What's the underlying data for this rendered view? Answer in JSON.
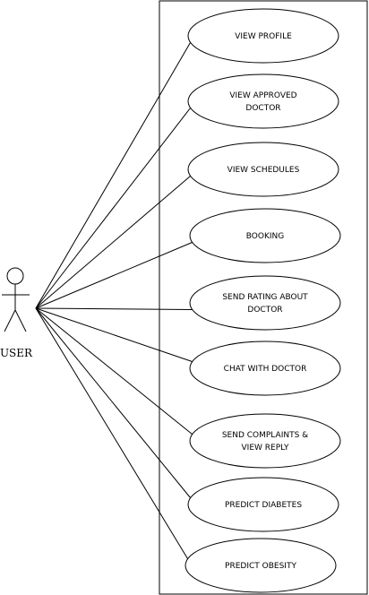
{
  "actor": {
    "name": "USER"
  },
  "use_cases": [
    {
      "lines": [
        "VIEW PROFILE"
      ]
    },
    {
      "lines": [
        "VIEW APPROVED",
        "DOCTOR"
      ]
    },
    {
      "lines": [
        "VIEW SCHEDULES"
      ]
    },
    {
      "lines": [
        "BOOKING"
      ]
    },
    {
      "lines": [
        "SEND RATING ABOUT",
        "DOCTOR"
      ]
    },
    {
      "lines": [
        "CHAT WITH DOCTOR"
      ]
    },
    {
      "lines": [
        "SEND COMPLAINTS &",
        "VIEW REPLY"
      ]
    },
    {
      "lines": [
        "PREDICT DIABETES"
      ]
    },
    {
      "lines": [
        "PREDICT OBESITY"
      ]
    }
  ]
}
